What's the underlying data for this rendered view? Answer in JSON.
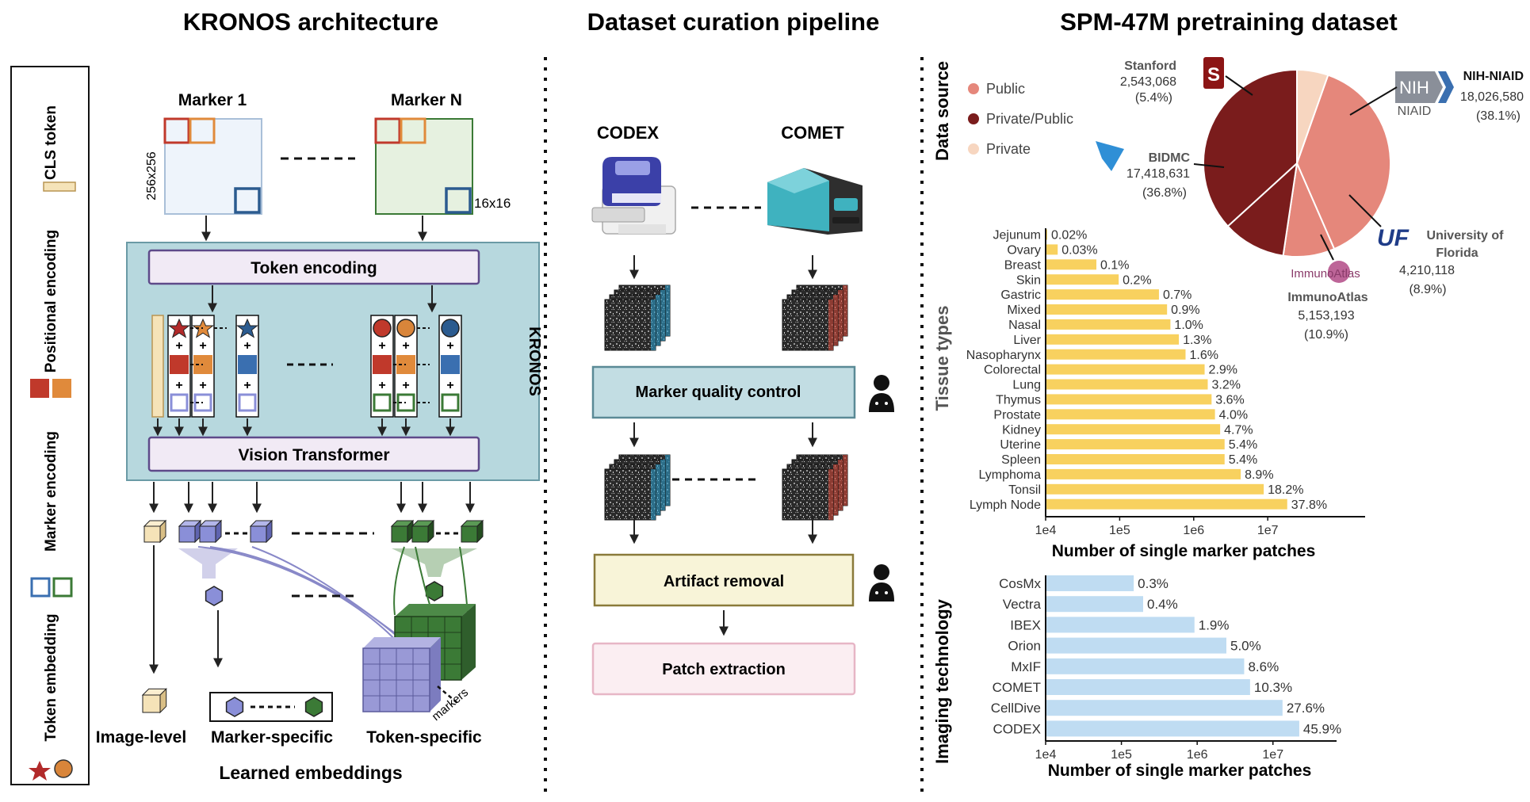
{
  "headers": {
    "architecture": "KRONOS architecture",
    "pipeline": "Dataset curation pipeline",
    "dataset": "SPM-47M pretraining dataset"
  },
  "legend": {
    "cls_token": "CLS token",
    "positional_encoding": "Positional encoding",
    "marker_encoding": "Marker encoding",
    "token_embedding": "Token embedding"
  },
  "architecture": {
    "marker_1": "Marker 1",
    "marker_n": "Marker N",
    "size_image": "256x256",
    "size_patch": "16x16",
    "token_encoding": "Token encoding",
    "vision_transformer": "Vision Transformer",
    "kronos": "KRONOS",
    "image_level": "Image-level",
    "marker_specific": "Marker-specific",
    "token_specific": "Token-specific",
    "markers": "markers",
    "learned_embeddings": "Learned embeddings",
    "plus": "+"
  },
  "pipeline": {
    "codex": "CODEX",
    "comet": "COMET",
    "marker_qc": "Marker quality control",
    "artifact_removal": "Artifact removal",
    "patch_extraction": "Patch extraction"
  },
  "data_source": {
    "axis_label": "Data source",
    "legend": [
      {
        "label": "Public",
        "color": "#e5877b"
      },
      {
        "label": "Private/Public",
        "color": "#7a1c1c"
      },
      {
        "label": "Private",
        "color": "#f7d6c0"
      }
    ],
    "logos": {
      "stanford": "S",
      "nih": "NIH",
      "niaid": "NIAID",
      "uf": "UF",
      "immunoatlas": "ImmunoAtlas"
    },
    "slices": [
      {
        "name": "NIH-NIAID",
        "count": "18,026,580",
        "pct": "(38.1%)",
        "value": 38.1,
        "color": "#e5877b"
      },
      {
        "name": "University of Florida",
        "name_line1": "University of",
        "name_line2": "Florida",
        "count": "4,210,118",
        "pct": "(8.9%)",
        "value": 8.9,
        "color": "#e5877b"
      },
      {
        "name": "ImmunoAtlas",
        "count": "5,153,193",
        "pct": "(10.9%)",
        "value": 10.9,
        "color": "#7a1c1c"
      },
      {
        "name": "BIDMC",
        "count": "17,418,631",
        "pct": "(36.8%)",
        "value": 36.8,
        "color": "#7a1c1c"
      },
      {
        "name": "Stanford",
        "count": "2,543,068",
        "pct": "(5.4%)",
        "value": 5.4,
        "color": "#f7d6c0"
      }
    ]
  },
  "chart_data": [
    {
      "type": "pie",
      "ylabel": "Data source",
      "categories": [
        "NIH-NIAID",
        "University of Florida",
        "ImmunoAtlas",
        "BIDMC",
        "Stanford"
      ],
      "values": [
        38.1,
        8.9,
        10.9,
        36.8,
        5.4
      ],
      "counts": [
        18026580,
        4210118,
        5153193,
        17418631,
        2543068
      ]
    },
    {
      "type": "bar",
      "orientation": "horizontal",
      "ylabel": "Tissue types",
      "xlabel": "Number of single marker patches",
      "xscale": "log",
      "xticks": [
        "1e4",
        "1e5",
        "1e6",
        "1e7"
      ],
      "color": "#f8d15f",
      "categories": [
        "Jejunum",
        "Ovary",
        "Breast",
        "Skin",
        "Gastric",
        "Mixed",
        "Nasal",
        "Liver",
        "Nasopharynx",
        "Colorectal",
        "Lung",
        "Thymus",
        "Prostate",
        "Kidney",
        "Uterine",
        "Spleen",
        "Lymphoma",
        "Tonsil",
        "Lymph Node"
      ],
      "labels": [
        "0.02%",
        "0.03%",
        "0.1%",
        "0.2%",
        "0.7%",
        "0.9%",
        "1.0%",
        "1.3%",
        "1.6%",
        "2.9%",
        "3.2%",
        "3.6%",
        "4.0%",
        "4.7%",
        "5.4%",
        "5.4%",
        "8.9%",
        "18.2%",
        "37.8%"
      ],
      "values": [
        9500,
        14200,
        47300,
        94600,
        331000,
        426000,
        473000,
        615000,
        757000,
        1370000,
        1510000,
        1700000,
        1890000,
        2220000,
        2550000,
        2550000,
        4210000,
        8610000,
        17880000
      ]
    },
    {
      "type": "bar",
      "orientation": "horizontal",
      "ylabel": "Imaging technology",
      "xlabel": "Number of single marker patches",
      "xscale": "log",
      "xticks": [
        "1e4",
        "1e5",
        "1e6",
        "1e7"
      ],
      "color": "#bfdcf2",
      "categories": [
        "CosMx",
        "Vectra",
        "IBEX",
        "Orion",
        "MxIF",
        "COMET",
        "CellDive",
        "CODEX"
      ],
      "labels": [
        "0.3%",
        "0.4%",
        "1.9%",
        "5.0%",
        "8.6%",
        "10.3%",
        "27.6%",
        "45.9%"
      ],
      "values": [
        142000,
        189000,
        899000,
        2370000,
        4070000,
        4870000,
        13060000,
        21710000
      ]
    }
  ]
}
